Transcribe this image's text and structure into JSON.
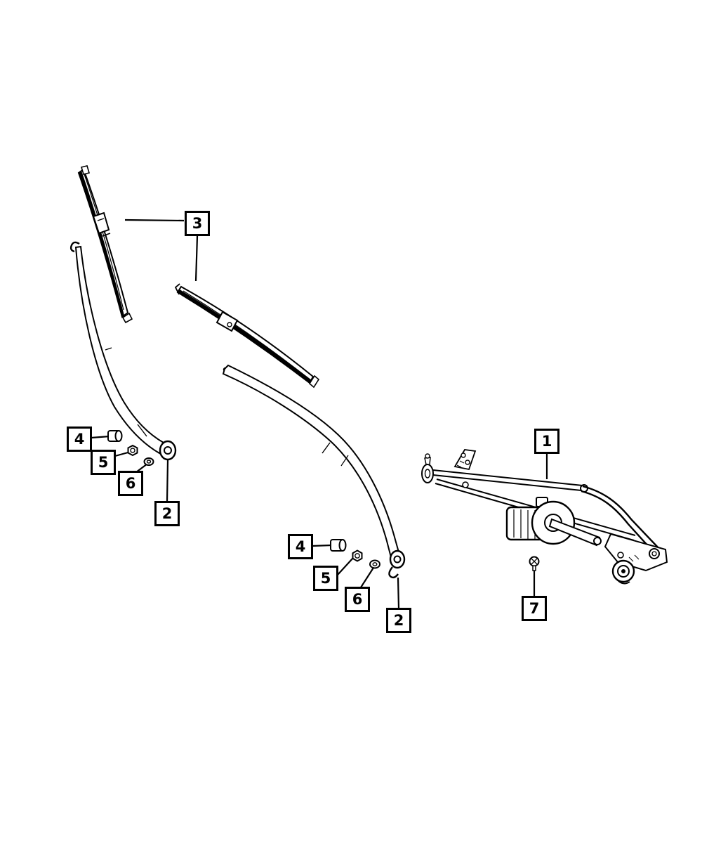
{
  "page": {
    "background_color": "#ffffff",
    "line_color": "#000000"
  },
  "diagram": {
    "type": "parts-diagram",
    "callouts": [
      {
        "label": "3"
      },
      {
        "label": "4"
      },
      {
        "label": "5"
      },
      {
        "label": "6"
      },
      {
        "label": "2"
      },
      {
        "label": "4"
      },
      {
        "label": "5"
      },
      {
        "label": "6"
      },
      {
        "label": "2"
      },
      {
        "label": "1"
      },
      {
        "label": "7"
      }
    ]
  }
}
